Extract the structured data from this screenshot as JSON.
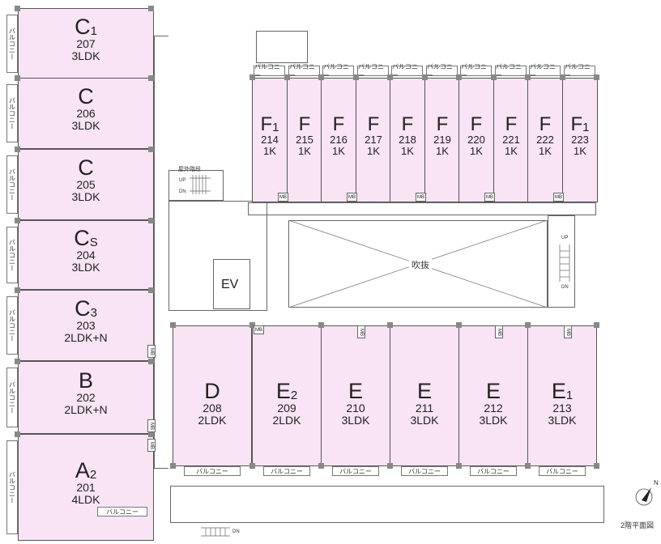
{
  "units_west": [
    {
      "letter": "C",
      "sub": "1",
      "number": "207",
      "layout": "3LDK"
    },
    {
      "letter": "C",
      "sub": "",
      "number": "206",
      "layout": "3LDK"
    },
    {
      "letter": "C",
      "sub": "",
      "number": "205",
      "layout": "3LDK"
    },
    {
      "letter": "C",
      "sub": "S",
      "number": "204",
      "layout": "3LDK"
    },
    {
      "letter": "C",
      "sub": "3",
      "number": "203",
      "layout": "2LDK+N"
    },
    {
      "letter": "B",
      "sub": "",
      "number": "202",
      "layout": "2LDK+N"
    },
    {
      "letter": "A",
      "sub": "2",
      "number": "201",
      "layout": "4LDK"
    }
  ],
  "units_north": [
    {
      "letter": "F",
      "sub": "1",
      "number": "214",
      "layout": "1K"
    },
    {
      "letter": "F",
      "sub": "",
      "number": "215",
      "layout": "1K"
    },
    {
      "letter": "F",
      "sub": "",
      "number": "216",
      "layout": "1K"
    },
    {
      "letter": "F",
      "sub": "",
      "number": "217",
      "layout": "1K"
    },
    {
      "letter": "F",
      "sub": "",
      "number": "218",
      "layout": "1K"
    },
    {
      "letter": "F",
      "sub": "",
      "number": "219",
      "layout": "1K"
    },
    {
      "letter": "F",
      "sub": "",
      "number": "220",
      "layout": "1K"
    },
    {
      "letter": "F",
      "sub": "",
      "number": "221",
      "layout": "1K"
    },
    {
      "letter": "F",
      "sub": "",
      "number": "222",
      "layout": "1K"
    },
    {
      "letter": "F",
      "sub": "1",
      "number": "223",
      "layout": "1K"
    }
  ],
  "units_south": [
    {
      "letter": "D",
      "sub": "",
      "number": "208",
      "layout": "2LDK"
    },
    {
      "letter": "E",
      "sub": "2",
      "number": "209",
      "layout": "2LDK"
    },
    {
      "letter": "E",
      "sub": "",
      "number": "210",
      "layout": "3LDK"
    },
    {
      "letter": "E",
      "sub": "",
      "number": "211",
      "layout": "3LDK"
    },
    {
      "letter": "E",
      "sub": "",
      "number": "212",
      "layout": "3LDK"
    },
    {
      "letter": "E",
      "sub": "1",
      "number": "213",
      "layout": "3LDK"
    }
  ],
  "balcony_label": "バルコニー",
  "mb_label": "MB",
  "ev_label": "EV",
  "atrium_label": "吹抜",
  "outdoor_stair_label": "屋外階段",
  "up_label": "UP",
  "dn_label": "DN",
  "floor_plan_label": "2階平面図",
  "north_label": "N",
  "colors": {
    "unit_fill": "#f8e4f5",
    "wall": "#555555"
  }
}
